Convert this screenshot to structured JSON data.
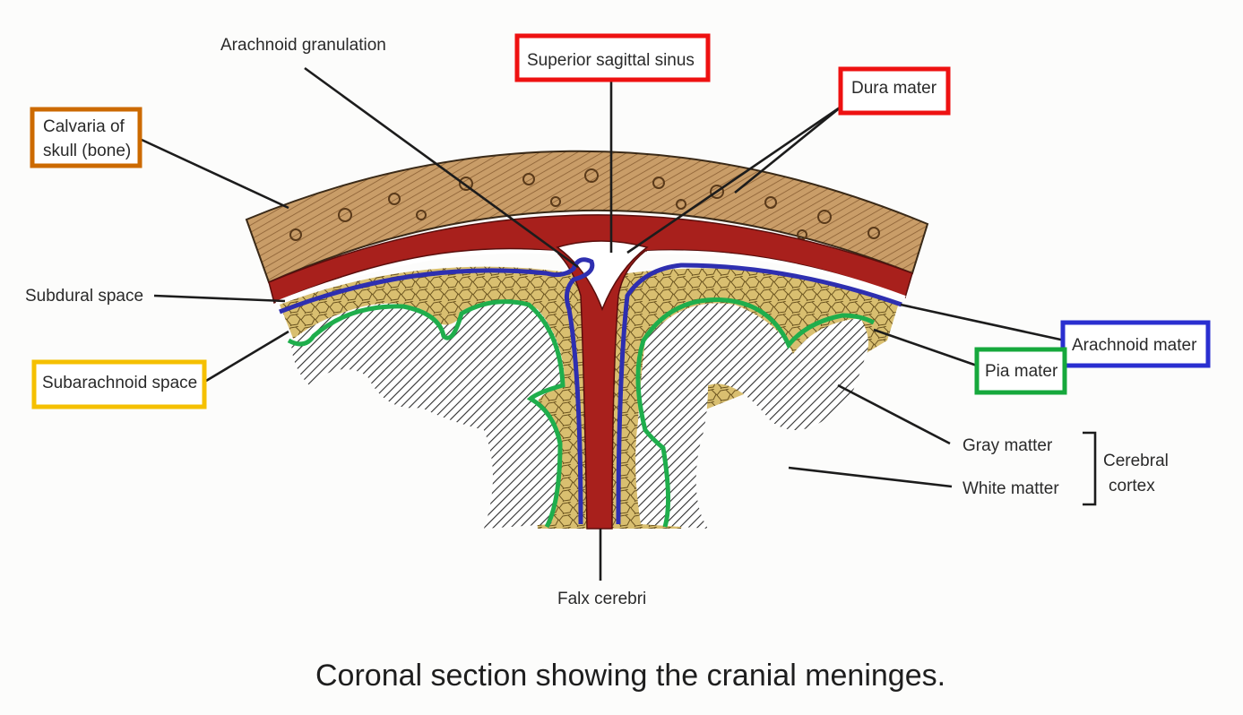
{
  "labels": {
    "arachnoid_granulation": "Arachnoid granulation",
    "superior_sagittal_sinus": "Superior sagittal sinus",
    "dura_mater": "Dura mater",
    "calvaria_line1": "Calvaria of",
    "calvaria_line2": "skull (bone)",
    "subdural_space": "Subdural space",
    "subarachnoid_space": "Subarachnoid space",
    "arachnoid_mater": "Arachnoid mater",
    "pia_mater": "Pia mater",
    "gray_matter": "Gray matter",
    "white_matter": "White matter",
    "cerebral_line1": "Cerebral",
    "cerebral_line2": "cortex",
    "falx_cerebri": "Falx cerebri"
  },
  "caption": "Coronal section showing the cranial meninges.",
  "colors": {
    "bone": "#c79a66",
    "dura": "#a8201c",
    "arachnoid": "#2e2fb0",
    "pia": "#1fae4c",
    "subarachnoid": "#d8bd6a",
    "cortex": "#3a3a3a",
    "box_red": "#ee1111",
    "box_orange": "#cc6a00",
    "box_yellow": "#f5c000",
    "box_blue": "#2a2fd0",
    "box_green": "#16a83c"
  }
}
